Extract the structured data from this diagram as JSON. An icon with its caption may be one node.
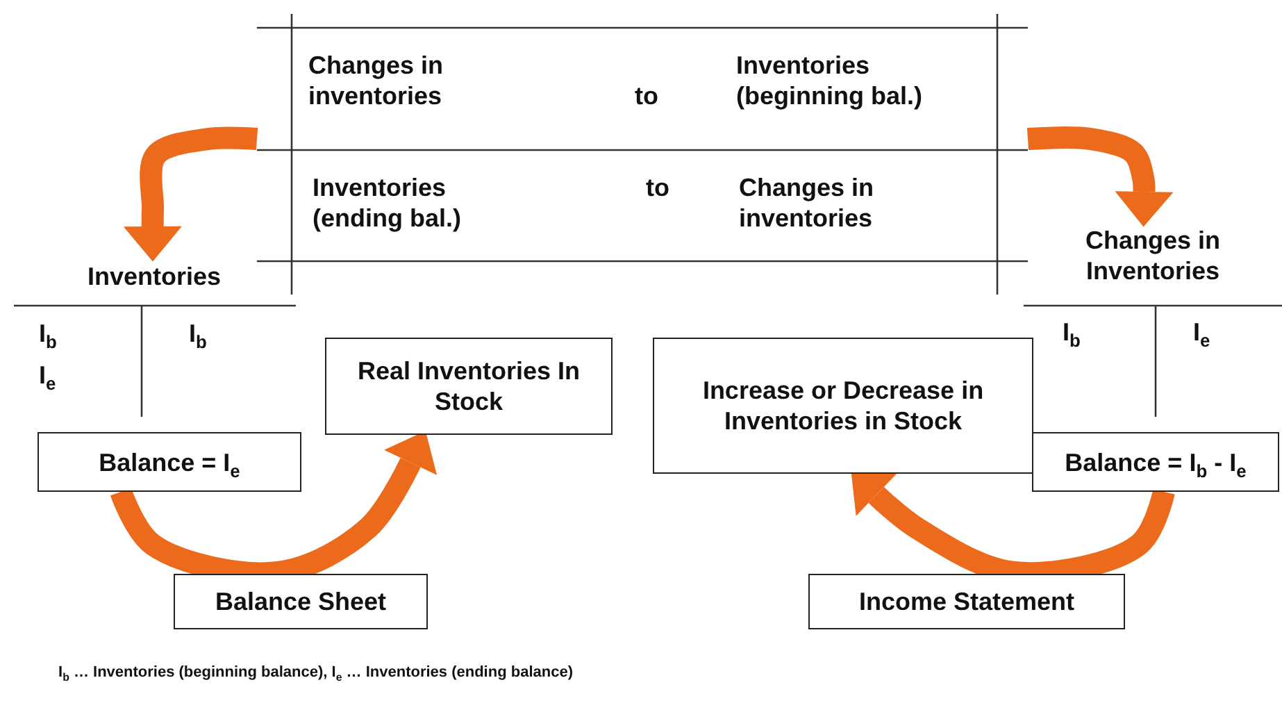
{
  "diagram": {
    "nodes": [
      {
        "text": [
          "Changes in inventories",
          "to",
          "Inventories (beginning bal.)",
          "Inventories (ending bal.)",
          "to",
          "Changes in inventories"
        ]
      },
      {
        "text": [
          "Inventories",
          "I$_{b}$",
          "I$_{e}$",
          "I$_{b}$"
        ]
      },
      {
        "text": [
          "Real Inventories In Stock"
        ]
      },
      {
        "text": [
          "Increase or Decrease in Inventories in Stock"
        ]
      },
      {
        "text": [
          "Changes in Inventories",
          "I$_{b}$",
          "I$_{e}$"
        ]
      },
      {
        "text": [
          "Balance = I$_{e}$"
        ]
      },
      {
        "text": [
          "Balance = I$_{b}$ - I$_{e}$"
        ]
      },
      {
        "text": [
          "Balance Sheet"
        ]
      },
      {
        "text": [
          "Income Statement"
        ]
      }
    ],
    "edges": [
      {
        "from": 0,
        "to": 1,
        "arrow": "to"
      },
      {
        "from": 0,
        "to": 4,
        "arrow": "to"
      },
      {
        "from": 5,
        "to": 2,
        "arrow": "to"
      },
      {
        "from": 6,
        "to": 3,
        "arrow": "to"
      }
    ],
    "labels": [
      "I$_{b}$ … Inventories (beginning balance), I$_{e}$ … Inventories (ending balance)"
    ]
  }
}
